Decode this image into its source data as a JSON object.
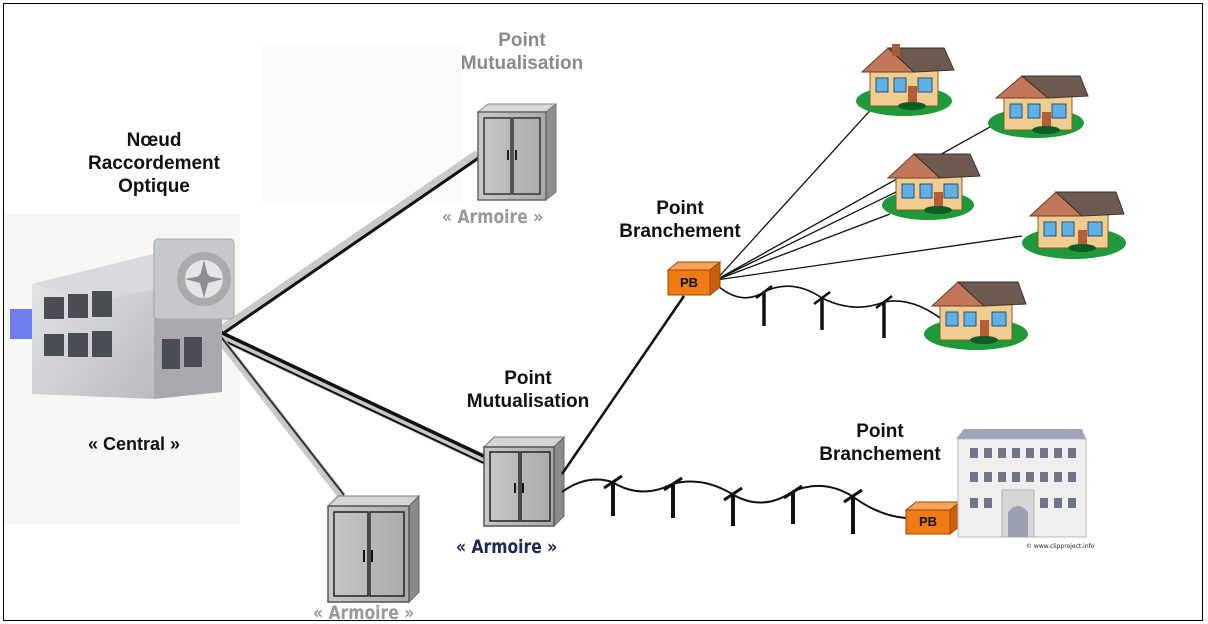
{
  "labels": {
    "nro": [
      "Nœud",
      "Raccordement",
      "Optique"
    ],
    "central": "« Central »",
    "pm_top": [
      "Point",
      "Mutualisation"
    ],
    "pm_mid": [
      "Point",
      "Mutualisation"
    ],
    "pb_top": [
      "Point",
      "Branchement"
    ],
    "pb_bottom": [
      "Point",
      "Branchement"
    ],
    "armoire": "« Armoire »",
    "pb_box": "PB",
    "credit": "© www.clipproject.info"
  },
  "colors": {
    "pb_orange": "#f07a16",
    "grass": "#1e9a3a",
    "armoire_grey": "#9a9a9a",
    "armoire_blue": "#1a2a55",
    "pm_grey_label": "#8a8a8a"
  }
}
